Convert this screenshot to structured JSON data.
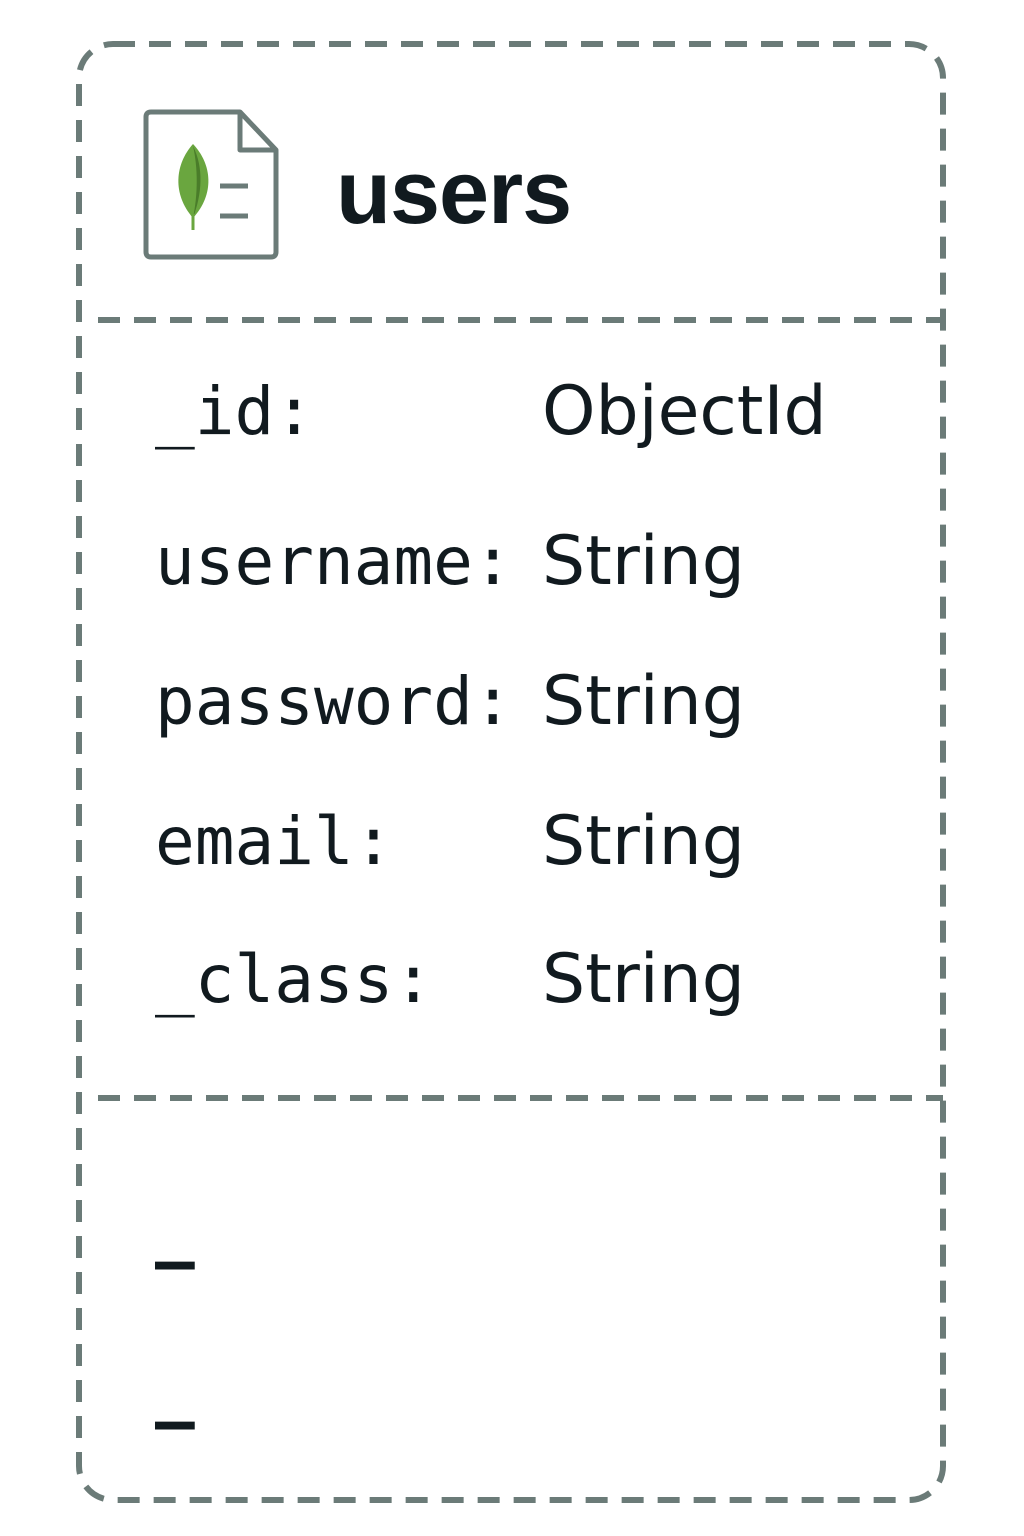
{
  "collection": {
    "name": "users",
    "icon": "mongodb-document-icon",
    "colors": {
      "border": "#6b7b78",
      "text": "#111a1f",
      "leaf_green": "#6aa63f",
      "leaf_dark": "#4a7d2a"
    }
  },
  "fields": [
    {
      "name": "_id:",
      "type": "ObjectId"
    },
    {
      "name": "username:",
      "type": "String"
    },
    {
      "name": "password:",
      "type": "String"
    },
    {
      "name": "email:",
      "type": "String"
    },
    {
      "name": "_class:",
      "type": "String"
    }
  ],
  "methods": [
    "–",
    "–"
  ]
}
